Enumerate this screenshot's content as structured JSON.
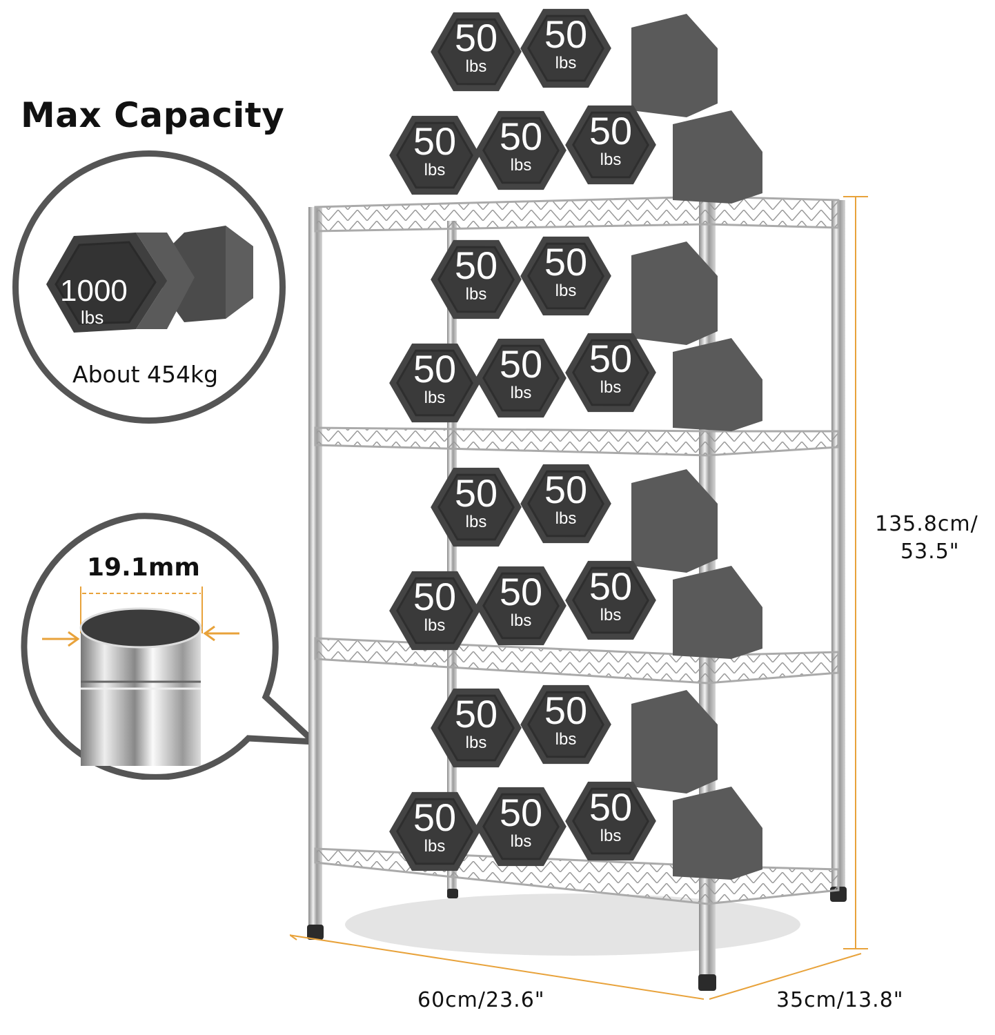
{
  "title": "Max Capacity",
  "capacity_callout": {
    "dumbbell_value": "1000",
    "dumbbell_unit": "lbs",
    "metric_note": "About 454kg"
  },
  "pole_callout": {
    "diameter": "19.1mm"
  },
  "rack": {
    "shelves": 4,
    "dumbbell_label_value": "50",
    "dumbbell_label_unit": "lbs"
  },
  "dimensions": {
    "height": "135.8cm/",
    "height_in": "53.5\"",
    "width": "60cm/23.6\"",
    "depth": "35cm/13.8\""
  },
  "colors": {
    "accent_orange": "#e8a23a",
    "dumbbell_dark": "#4a4a4a",
    "dumbbell_face": "#555555",
    "callout_border": "#555555",
    "chrome": "#c9c9c9"
  }
}
